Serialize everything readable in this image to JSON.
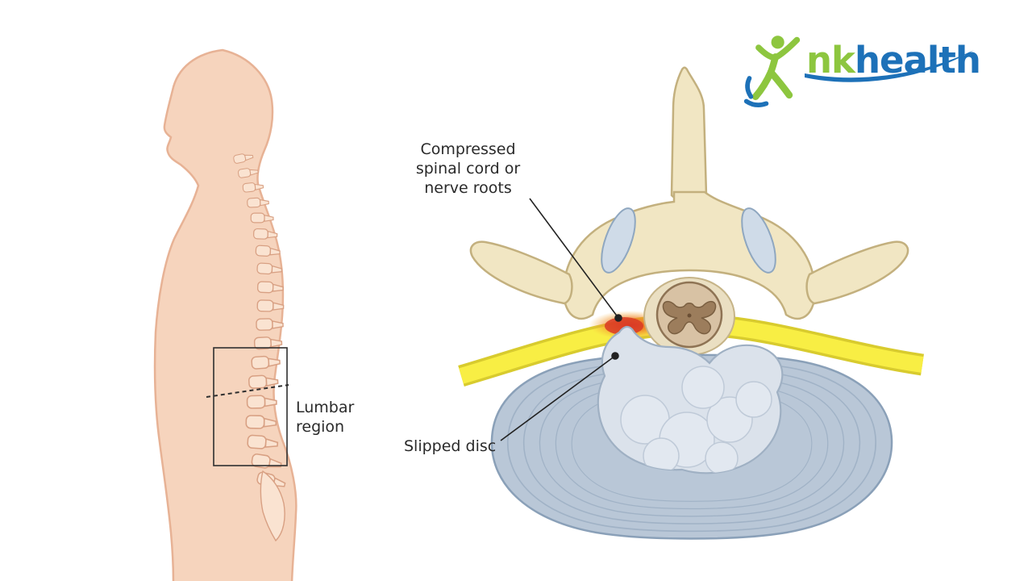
{
  "logo": {
    "primary_text": "nk",
    "secondary_text": "health",
    "primary_color": "#8dc63f",
    "secondary_color": "#1d71b8"
  },
  "labels": {
    "lumbar": {
      "line1": "Lumbar",
      "line2": "region"
    },
    "compressed": {
      "line1": "Compressed",
      "line2": "spinal cord or",
      "line3": "nerve roots"
    },
    "slipped": {
      "text": "Slipped disc"
    }
  },
  "illustration": {
    "colors": {
      "skin": "#f6d4bd",
      "skin_outline": "#e7b295",
      "vertebra_side": "#fae3d1",
      "vertebra_side_outline": "#d8a083",
      "bone": "#f1e6c3",
      "bone_outline": "#c3b07e",
      "facet_joint": "#cfdbe8",
      "facet_joint_outline": "#8fa7c0",
      "nerve_yellow": "#f8ee44",
      "nerve_yellow_outline": "#d8cb2e",
      "compression_red": "#d93a25",
      "compression_orange": "#ef7e2a",
      "disc_annulus": "#b9c7d7",
      "disc_annulus_outline": "#8aa0b8",
      "disc_nucleus": "#dbe2eb",
      "disc_nucleus_outline": "#9fb0c3",
      "spinal_cord": "#d8c2a4",
      "gray_matter": "#9c7d5c",
      "leader_line": "#222222"
    }
  }
}
